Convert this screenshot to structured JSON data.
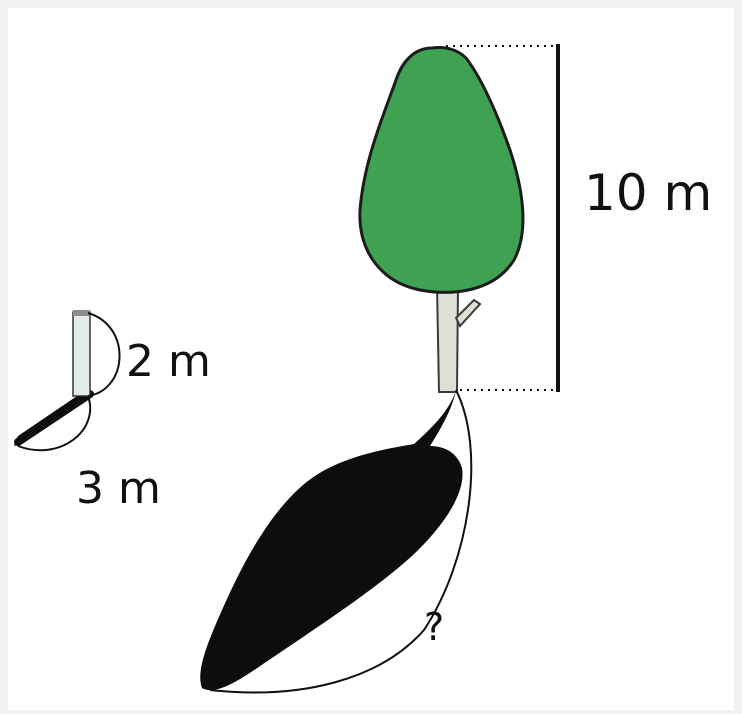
{
  "labels": {
    "tree_height": "10 m",
    "post_height": "2 m",
    "post_shadow": "3 m",
    "tree_shadow": "?"
  },
  "colors": {
    "background": "#f2f2f2",
    "paper": "#ffffff",
    "foliage": "#3fa152",
    "foliage_outline": "#1c1c1c",
    "trunk": "#dfe0d6",
    "trunk_outline": "#3b3b3b",
    "post": "#e3ecea",
    "shadow": "#0d0d0d",
    "measure_line": "#111111"
  }
}
